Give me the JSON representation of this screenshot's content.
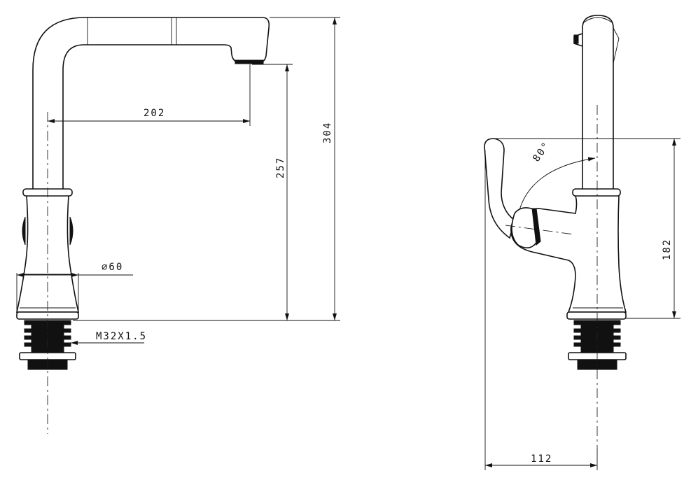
{
  "drawing": {
    "front_view": {
      "spout_reach": "202",
      "total_height": "304",
      "spout_outlet_height": "257",
      "body_diameter": "∅60",
      "thread": "M32X1.5"
    },
    "side_view": {
      "handle_angle": "80°",
      "handle_height": "182",
      "handle_reach": "112"
    }
  }
}
